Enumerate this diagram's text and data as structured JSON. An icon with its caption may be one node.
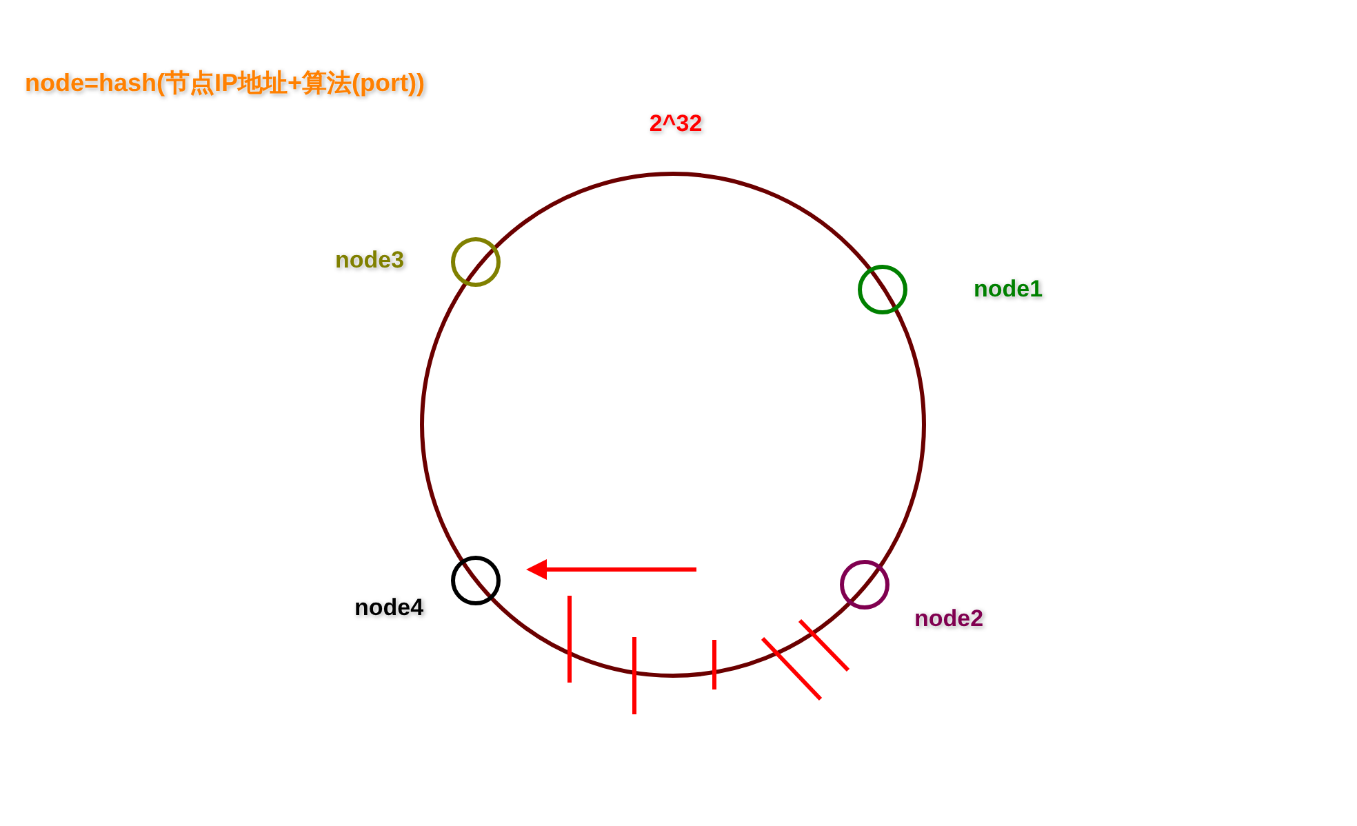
{
  "diagram": {
    "title": "node=hash(节点IP地址+算法(port))",
    "nodes": [
      {
        "text": [
          "node3"
        ]
      },
      {
        "text": [
          "node1"
        ]
      },
      {
        "text": [
          "node4"
        ]
      },
      {
        "text": [
          "node2"
        ]
      }
    ],
    "labels": [
      "2^32"
    ]
  }
}
